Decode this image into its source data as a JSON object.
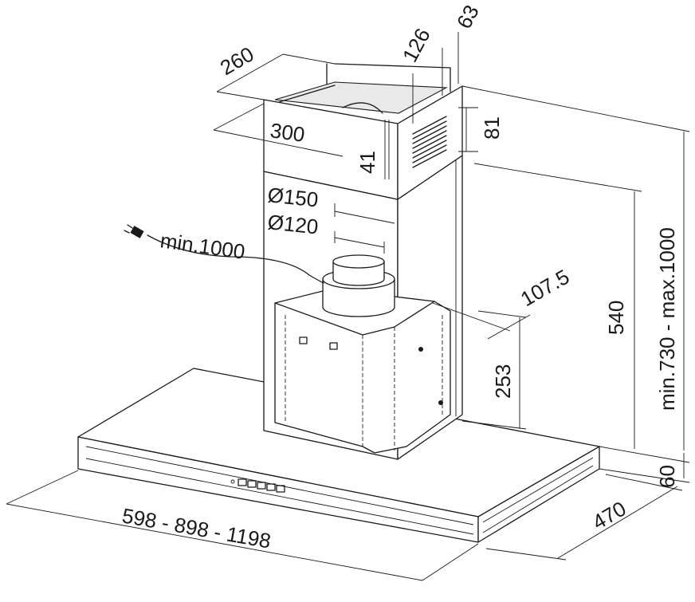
{
  "dimensions": {
    "chimney_depth": "260",
    "chimney_width": "300",
    "offset_126": "126",
    "offset_63": "63",
    "bracket_height": "81",
    "bracket_offset": "41",
    "outlet_diameter_large": "Ø150",
    "outlet_diameter_small": "Ø120",
    "cable_length": "min.1000",
    "outlet_offset": "107.5",
    "motor_height": "253",
    "chimney_height": "540",
    "total_height": "min.730 - max.1000",
    "canopy_height": "60",
    "canopy_depth": "470",
    "canopy_widths": "598 - 898 - 1198"
  },
  "icons": {
    "power_plug": "plug-icon"
  }
}
